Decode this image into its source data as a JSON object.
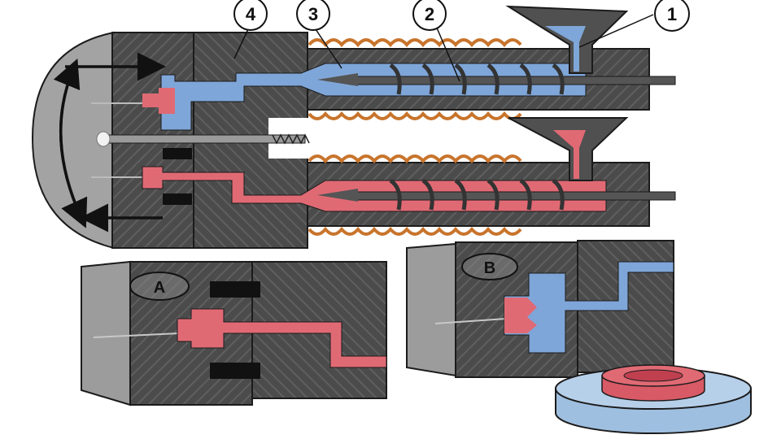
{
  "callouts": [
    {
      "label": "1",
      "part": "hopper"
    },
    {
      "label": "2",
      "part": "screw"
    },
    {
      "label": "3",
      "part": "nozzle"
    },
    {
      "label": "4",
      "part": "mould"
    }
  ],
  "insets": [
    {
      "label": "A",
      "material": "red"
    },
    {
      "label": "B",
      "material": "blue"
    }
  ],
  "colors": {
    "background": "#ffffff",
    "steel_dark": "#4b4b4b",
    "steel_light": "#5a5a5a",
    "steel_face": "#9c9c9c",
    "plastic_blue": "#7fa6d8",
    "plastic_red": "#e06a74",
    "heater_coil": "#c8742c",
    "part_outer": "#b7d0ea",
    "part_inner": "#e06a74",
    "outline": "#1b1b1b"
  },
  "icons": [
    "rotation-arrow-icon"
  ]
}
